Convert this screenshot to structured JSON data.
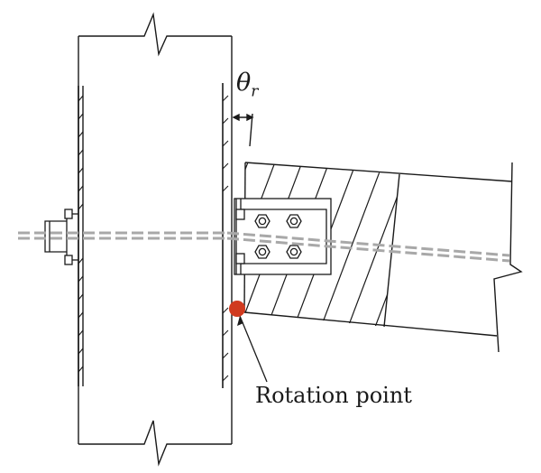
{
  "labels": {
    "rotation_angle_symbol": "θ",
    "rotation_angle_subscript": "r",
    "rotation_point_label": "Rotation point"
  },
  "colors": {
    "line": "#1a1a1a",
    "centerline": "#a8a8a8",
    "rotation_point": "#d03a1f",
    "background": "#ffffff"
  }
}
